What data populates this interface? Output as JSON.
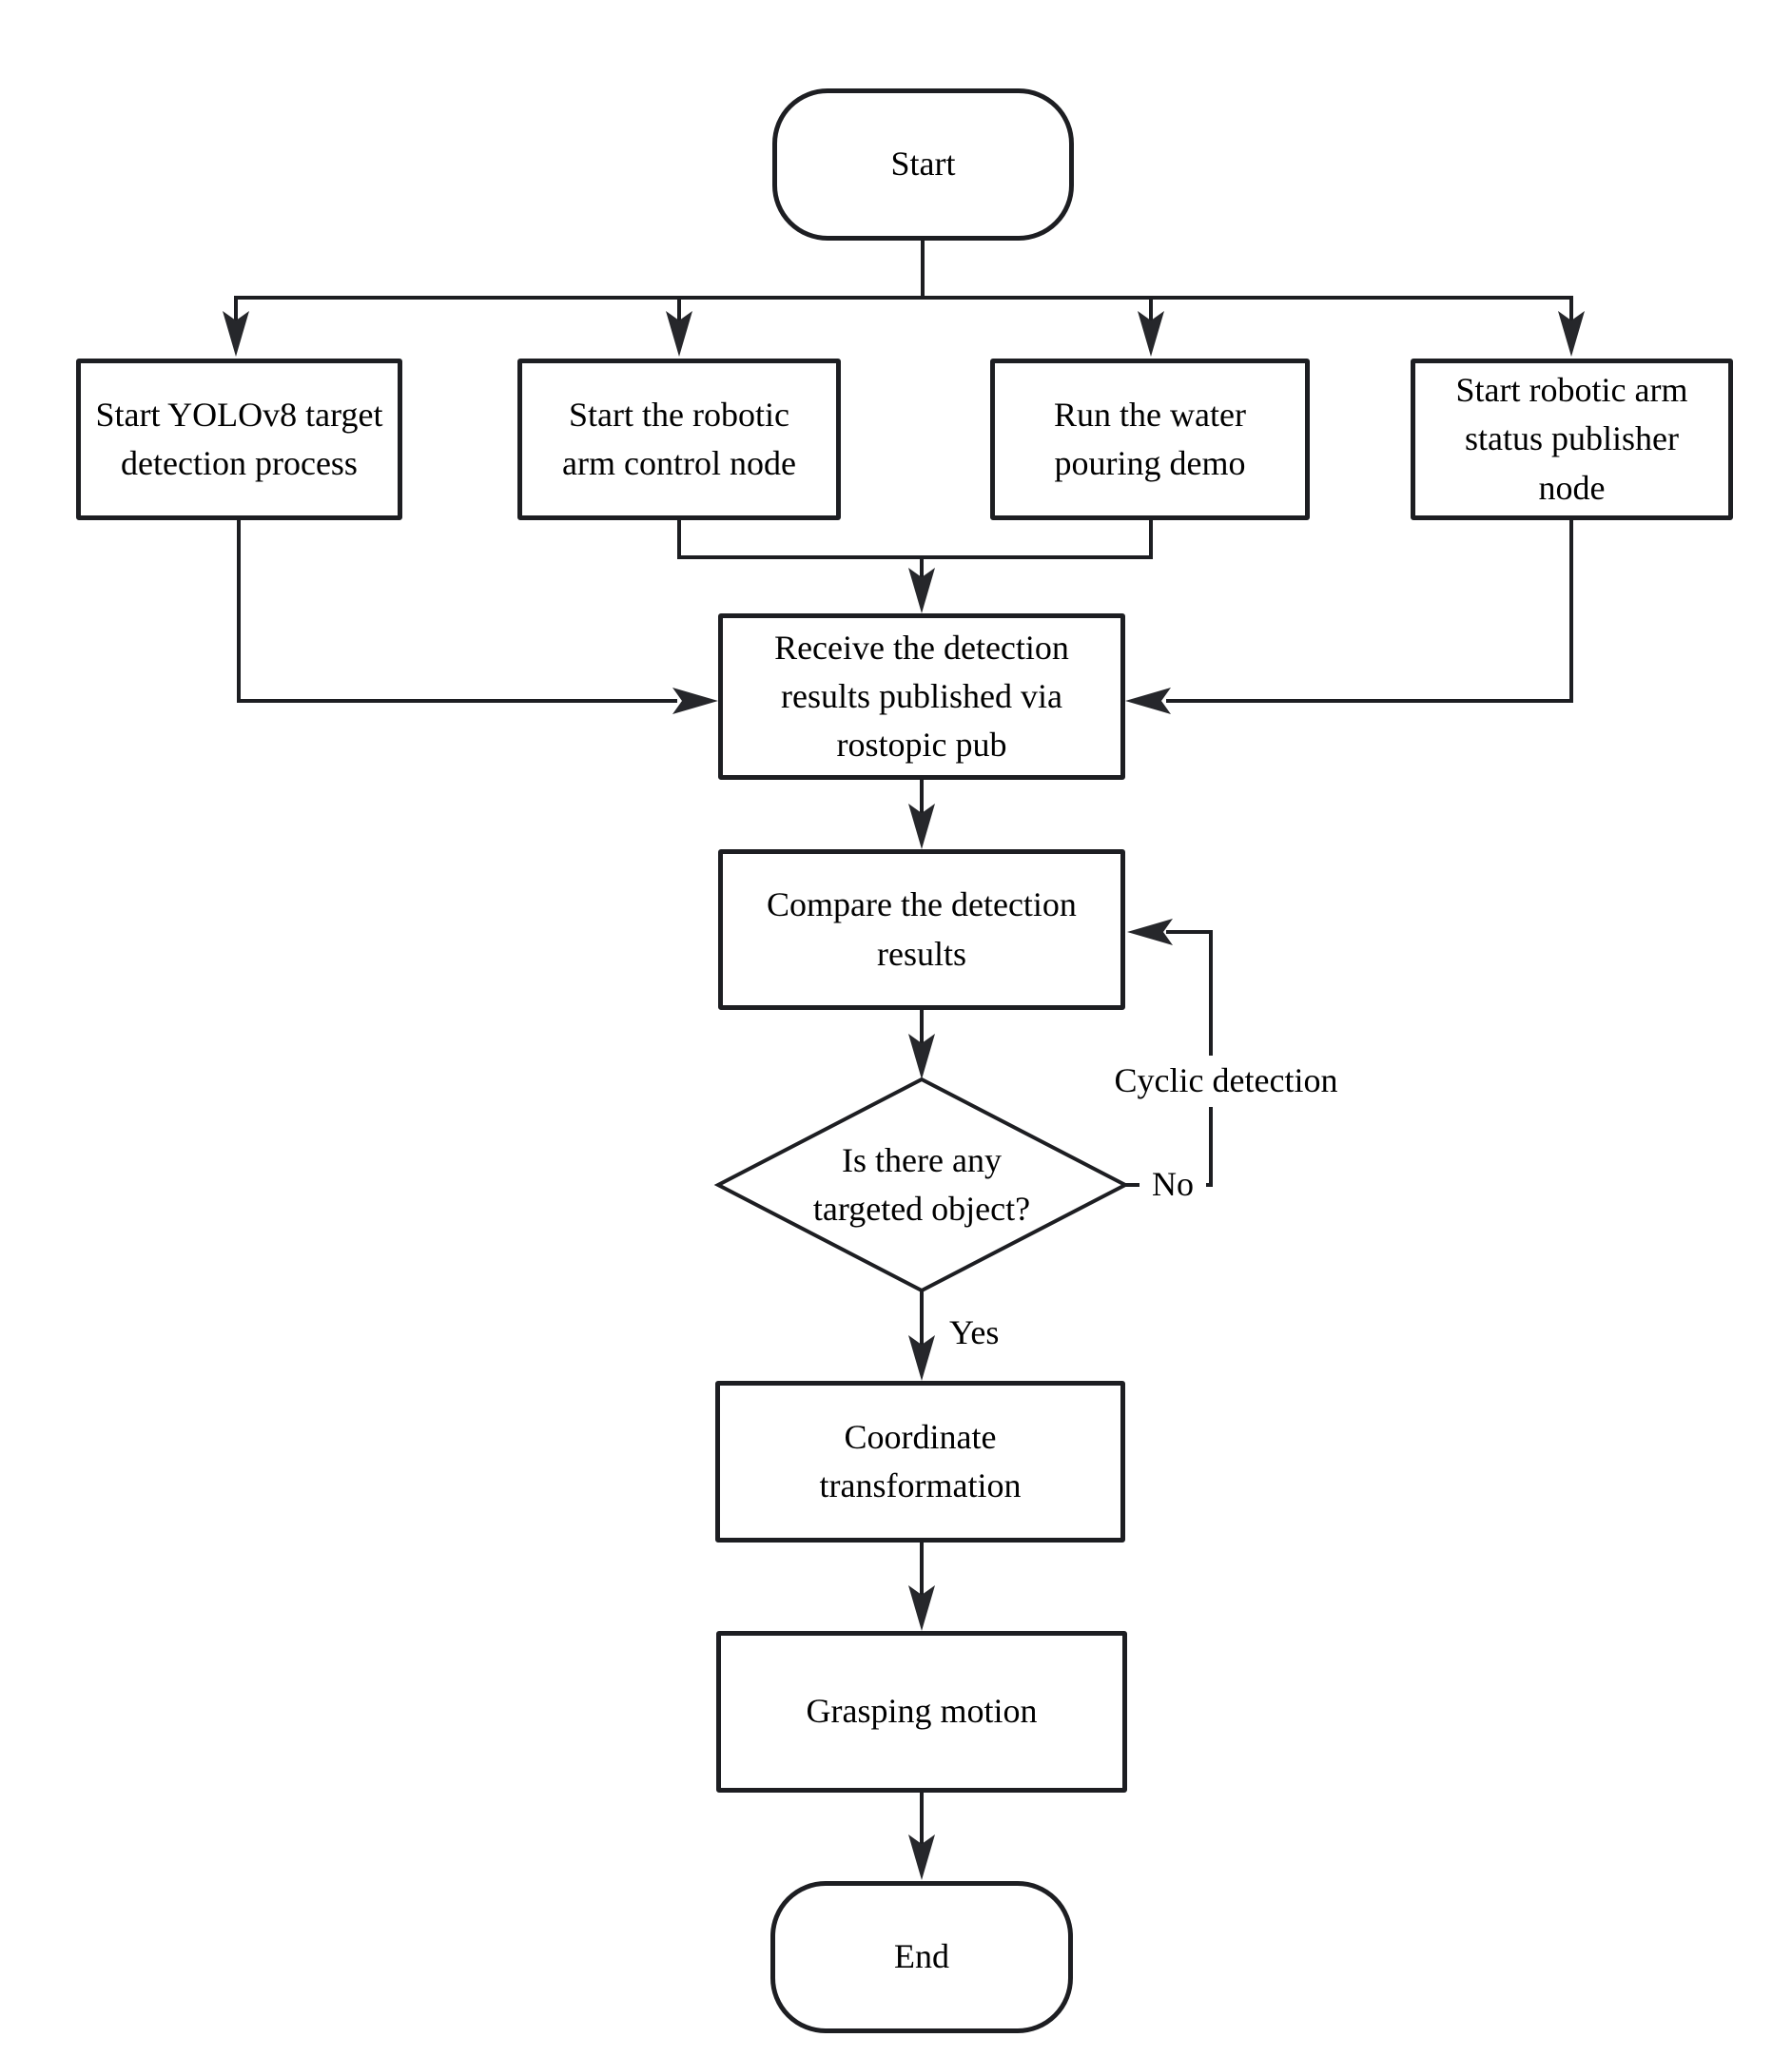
{
  "colors": {
    "canvas": "#ffffff",
    "line": "#1d1e22",
    "arrowhead": "#26272b",
    "box_border": "#1d1e22",
    "box_fill": "#ffffff",
    "text": "#000000"
  },
  "nodes": {
    "start": {
      "type": "terminator",
      "label": "Start"
    },
    "yolo": {
      "type": "process",
      "label": "Start YOLOv8 target\ndetection process"
    },
    "arm_control": {
      "type": "process",
      "label": "Start the robotic\narm control node"
    },
    "water_demo": {
      "type": "process",
      "label": "Run the water\npouring demo"
    },
    "status_publisher": {
      "type": "process",
      "label": "Start robotic arm\nstatus publisher\nnode"
    },
    "receive": {
      "type": "process",
      "label": "Receive the detection\nresults published via\nrostopic pub"
    },
    "compare": {
      "type": "process",
      "label": "Compare the detection\nresults"
    },
    "decision": {
      "type": "decision",
      "label": "Is there any\ntargeted object?"
    },
    "coordinate": {
      "type": "process",
      "label": "Coordinate\ntransformation"
    },
    "grasp": {
      "type": "process",
      "label": "Grasping motion"
    },
    "end": {
      "type": "terminator",
      "label": "End"
    }
  },
  "edge_labels": {
    "yes": "Yes",
    "no": "No",
    "cyclic": "Cyclic detection"
  }
}
